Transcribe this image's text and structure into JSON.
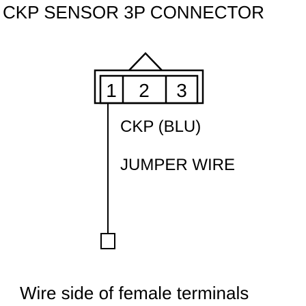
{
  "title": "CKP SENSOR 3P CONNECTOR",
  "connector": {
    "pins": [
      "1",
      "2",
      "3"
    ]
  },
  "wire_labels": {
    "ckp": "CKP (BLU)",
    "jumper": "JUMPER WIRE"
  },
  "caption": "Wire side of female terminals"
}
